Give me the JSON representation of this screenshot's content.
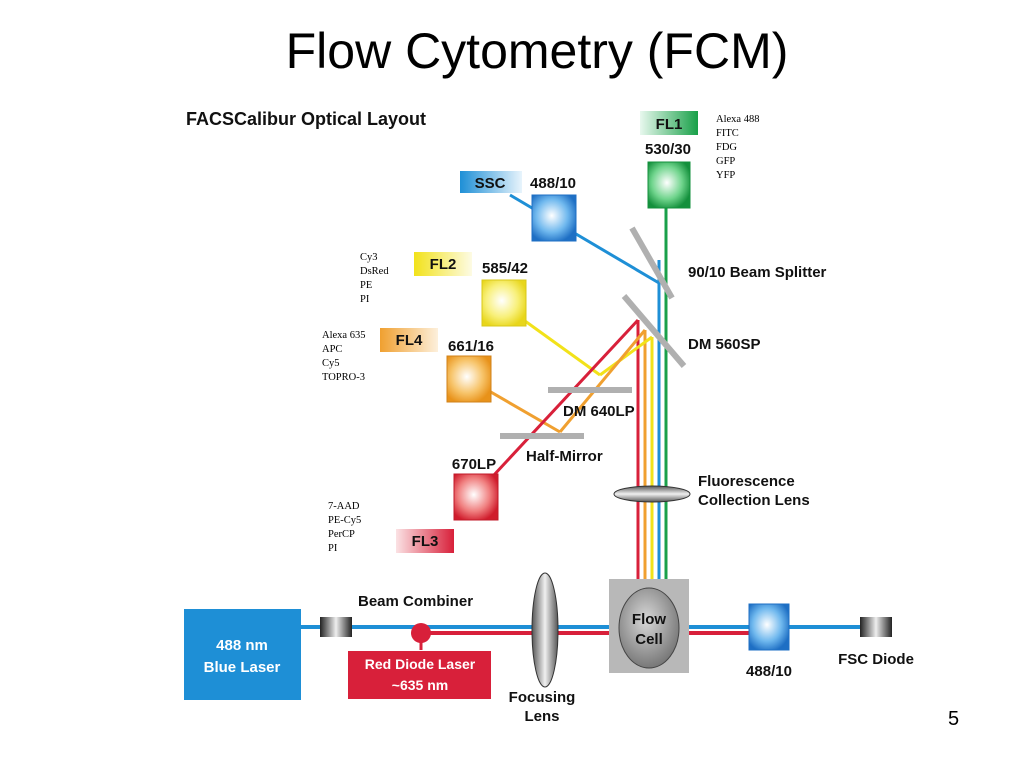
{
  "slide": {
    "title": "Flow Cytometry (FCM)",
    "page_number": "5"
  },
  "diagram": {
    "title": "FACSCalibur Optical Layout",
    "detectors": {
      "fl1": "FL1",
      "fl2": "FL2",
      "fl3": "FL3",
      "fl4": "FL4",
      "ssc": "SSC"
    },
    "filters": {
      "fl1": "530/30",
      "ssc": "488/10",
      "fl2": "585/42",
      "fl4": "661/16",
      "fl3": "670LP",
      "fsc": "488/10"
    },
    "components": {
      "beam_splitter": "90/10 Beam Splitter",
      "dm560": "DM 560SP",
      "dm640": "DM 640LP",
      "half_mirror": "Half-Mirror",
      "fluor_lens_1": "Fluorescence",
      "fluor_lens_2": "Collection Lens",
      "beam_combiner": "Beam Combiner",
      "focusing_lens_1": "Focusing",
      "focusing_lens_2": "Lens",
      "flow_cell_1": "Flow",
      "flow_cell_2": "Cell",
      "fsc_diode": "FSC Diode",
      "blue_laser_1": "488  nm",
      "blue_laser_2": "Blue Laser",
      "red_laser_1": "Red Diode Laser",
      "red_laser_2": "~635  nm"
    },
    "dyes": {
      "fl1": [
        "Alexa 488",
        "FITC",
        "FDG",
        "GFP",
        "YFP"
      ],
      "fl2": [
        "Cy3",
        "DsRed",
        "PE",
        "PI"
      ],
      "fl4": [
        "Alexa 635",
        "APC",
        "Cy5",
        "TOPRO-3"
      ],
      "fl3": [
        "7-AAD",
        "PE-Cy5",
        "PerCP",
        "PI"
      ]
    },
    "colors": {
      "blue": "#1e8fd6",
      "red": "#d8203a",
      "green": "#1aa04a",
      "yellow": "#f2e21a",
      "orange": "#f0a030",
      "mirror": "#b0b0b0"
    }
  }
}
